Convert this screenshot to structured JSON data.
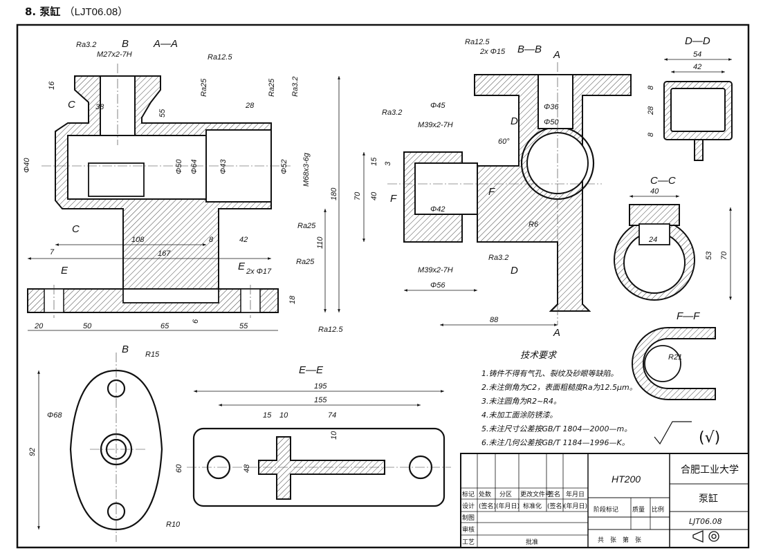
{
  "header": {
    "number": "8.",
    "title": "泵缸",
    "code": "（LJT06.08）"
  },
  "views": {
    "aa": "A—A",
    "bb": "B—B",
    "dd": "D—D",
    "cc": "C—C",
    "ff": "F—F",
    "ee": "E—E"
  },
  "marks": {
    "B": "B",
    "A": "A",
    "C": "C",
    "D": "D",
    "E": "E",
    "F": "F"
  },
  "roughness": {
    "r32": "Ra3.2",
    "r125": "Ra12.5",
    "r25": "Ra25"
  },
  "dims_aa": {
    "m27": "M27x2-7H",
    "d16": "16",
    "d38": "38",
    "d55": "55",
    "d28": "28",
    "d40": "Φ40",
    "d50": "Φ50",
    "d64": "Φ64",
    "d43": "Φ43",
    "d52": "Φ52",
    "m68": "M68x3-6g",
    "d180": "180",
    "d110": "110",
    "d108": "108",
    "d8": "8",
    "d42": "42",
    "d167": "167",
    "d7": "7",
    "d2x17": "2x Φ17",
    "d18": "18",
    "d6": "6",
    "d20": "20",
    "d50b": "50",
    "d65": "65",
    "d55b": "55"
  },
  "dims_bb": {
    "d2x15": "2x Φ15",
    "d45": "Φ45",
    "m39a": "M39x2-7H",
    "d36": "Φ36",
    "d50": "Φ50",
    "d60": "60°",
    "d15": "15",
    "d3": "3",
    "d70": "70",
    "d40": "40",
    "d42": "Φ42",
    "r6": "R6",
    "m39b": "M39x2-7H",
    "d56": "Φ56",
    "d88": "88"
  },
  "dims_dd": {
    "d54": "54",
    "d42": "42",
    "d8a": "8",
    "d28": "28",
    "d8b": "8"
  },
  "dims_cc": {
    "d40": "40",
    "d24": "24",
    "d53": "53",
    "d70": "70"
  },
  "dims_ff": {
    "r21": "R21"
  },
  "dims_top": {
    "r15": "R15",
    "d68": "Φ68",
    "d92": "92",
    "r10": "R10"
  },
  "dims_ee": {
    "d195": "195",
    "d155": "155",
    "d15": "15",
    "d10a": "10",
    "d74": "74",
    "d10b": "10",
    "d60": "60",
    "d48": "48"
  },
  "tech": {
    "title": "技术要求",
    "items": [
      "1.铸件不得有气孔、裂纹及砂眼等缺陷。",
      "2.未注倒角为C2，表面粗糙度Ra为12.5μm。",
      "3.未注圆角为R2~R4。",
      "4.未加工面涂防锈漆。",
      "5.未注尺寸公差按GB/T 1804—2000—m。",
      "6.未注几何公差按GB/T 1184—1996—K。"
    ],
    "sym": "(√)"
  },
  "titleblock": {
    "material": "HT200",
    "school": "合肥工业大学",
    "part": "泵缸",
    "drawing_no": "LJT06.08",
    "row1": [
      "标记",
      "处数",
      "分区",
      "更改文件号",
      "签名",
      "年月日"
    ],
    "row2": [
      "设计",
      "(签名)",
      "(年月日)",
      "标准化",
      "(签名)",
      "(年月日)"
    ],
    "stage": "阶段标记",
    "weight": "质量",
    "scale": "比例",
    "left_rows": [
      "制图",
      "审核",
      "工艺"
    ],
    "approve": "批准",
    "sheets": "共　张　第　张"
  }
}
